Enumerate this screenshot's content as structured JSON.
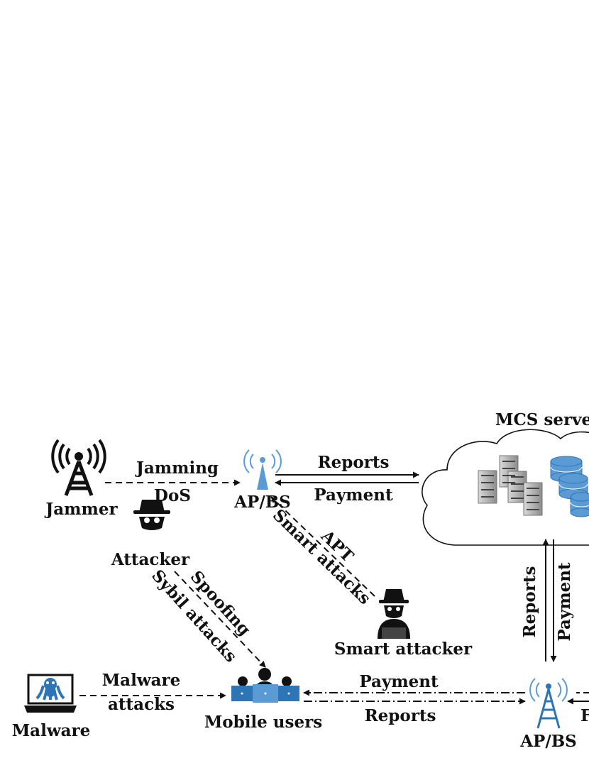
{
  "nodes": {
    "jammer": "Jammer",
    "ap_bs_top": "AP/BS",
    "mcs_server": "MCS serve",
    "attacker": "Attacker",
    "smart_attacker": "Smart attacker",
    "malware": "Malware",
    "mobile_users": "Mobile users",
    "ap_bs_bottom": "AP/BS"
  },
  "edges": {
    "jamming": "Jamming",
    "dos": "DoS",
    "reports_top": "Reports",
    "payment_top": "Payment",
    "apt": "APT",
    "smart_attacks": "Smart attacks",
    "spoofing": "Spoofing",
    "sybil_attacks": "Sybil attacks",
    "malware_line1": "Malware",
    "malware_line2": "attacks",
    "payment_bottom": "Payment",
    "reports_bottom": "Reports",
    "reports_vertical": "Reports",
    "payment_vertical": "Payment",
    "cut_off_right": "F"
  },
  "colors": {
    "wifi_blue": "#5b9bd5",
    "dark_blue": "#2e75b6",
    "ink": "#111111"
  },
  "icons": [
    "tower-icon",
    "antenna-icon",
    "cloud-icon",
    "server-icon",
    "database-icon",
    "hacker-icon",
    "laptop-virus-icon",
    "users-icon"
  ]
}
